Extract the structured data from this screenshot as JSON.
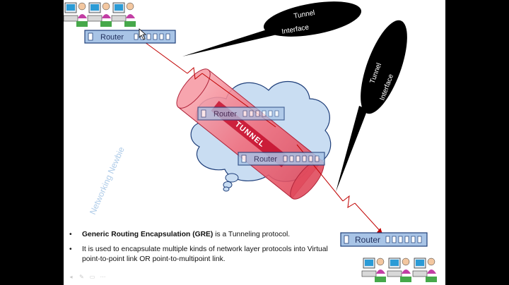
{
  "routers": {
    "top_left": "Router",
    "cloud_upper": "Router",
    "cloud_lower": "Router",
    "bottom_right": "Router"
  },
  "bubbles": {
    "left": {
      "line1": "Tunnel",
      "line2": "Interface"
    },
    "right": {
      "line1": "Tunnel",
      "line2": "Interface"
    }
  },
  "tunnel_label": "TUNNEL",
  "watermark": "Networking Newbie",
  "bullets": [
    {
      "bold": "Generic Routing Encapsulation (GRE)",
      "rest": " is a Tunneling protocol."
    },
    {
      "bold": "",
      "rest": "It is used to encapsulate multiple kinds of network layer protocols into Virtual point-to-point link OR point-to-multipoint link."
    }
  ],
  "bullet_symbol": "•",
  "colors": {
    "tunnel_fill": "#f26b7a",
    "cloud_fill": "#c9ddf2",
    "router_fill": "#a8c4e6",
    "link_color": "#c00000"
  }
}
